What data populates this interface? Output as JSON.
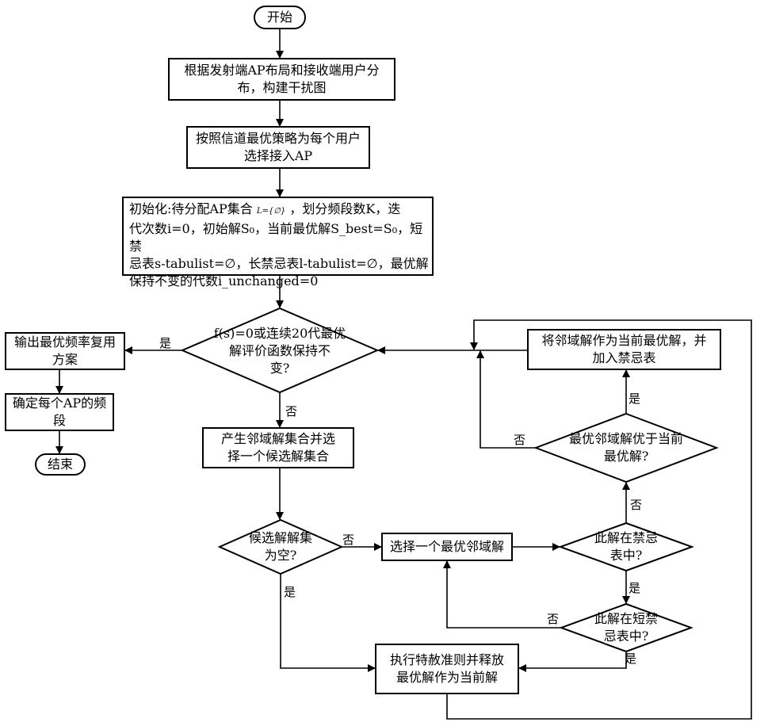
{
  "nodes": {
    "start": "开始",
    "build_graph": [
      "根据发射端AP布局和接收端用户分",
      "布，构建干扰图"
    ],
    "select_ap": [
      "按照信道最优策略为每个用户",
      "选择接入AP"
    ],
    "init": {
      "l1a": "初始化:待分配AP集合",
      "l1_set": "L={∅}",
      "l1b": "，划分频段数K，迭",
      "l2": "代次数i=0，初始解S₀，当前最优解S_best=S₀，短禁",
      "l3": "忌表s-tabulist=∅，长禁忌表l-tabulist=∅，最优解",
      "l4": "保持不变的代数i_unchanged=0"
    },
    "check": [
      "f(s)=0或连续20代最优",
      "解评价函数保持不",
      "变?"
    ],
    "output": [
      "输出最优频率复用",
      "方案"
    ],
    "determine": [
      "确定每个AP的频",
      "段"
    ],
    "end": "结束",
    "generate": [
      "产生邻域解集合并选",
      "择一个候选解集合"
    ],
    "candidate_empty": [
      "候选解解集",
      "为空?"
    ],
    "select_best": "选择一个最优邻域解",
    "in_tabu": [
      "此解在禁忌",
      "表中?"
    ],
    "in_short_tabu": [
      "此解在短禁",
      "忌表中?"
    ],
    "better": [
      "最优邻域解优于当前",
      "最优解?"
    ],
    "set_current": [
      "将邻域解作为当前最优解，并",
      "加入禁忌表"
    ],
    "aspiration": [
      "执行特赦准则并释放",
      "最优解作为当前解"
    ]
  },
  "edge_labels": {
    "yes": "是",
    "no": "否"
  }
}
